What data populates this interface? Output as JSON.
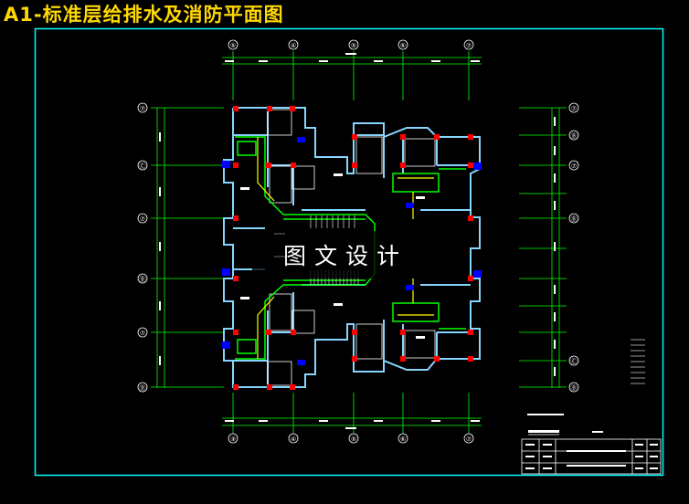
{
  "title": "A1-标准层给排水及消防平面图",
  "watermark": "图文设计",
  "colors": {
    "background": "#000000",
    "title": "#ffd800",
    "frame": "#00ffff",
    "wall": "#87d6ff",
    "axis_line": "#00ff00",
    "bubble": "#ffffff",
    "column": "#ff0000",
    "pipe_green": "#00ff00",
    "pipe_yellow": "#ffff00",
    "fixture_blue": "#0000ff"
  },
  "axis_top_bubbles": [
    "⑤",
    "④",
    "⑤",
    "⑥",
    "⑦"
  ],
  "axis_bottom_bubbles": [
    "③",
    "④",
    "⑤",
    "⑥",
    "⑦"
  ],
  "axis_left_bubbles": [
    "⑦",
    "Ⓒ",
    "⑦",
    "Ⓑ",
    "⑦",
    "Ⓑ"
  ],
  "axis_right_bubbles": [
    "⑦",
    "Ⓑ",
    "⑦",
    "Ⓑ",
    "Ⓒ",
    "Ⓑ"
  ]
}
